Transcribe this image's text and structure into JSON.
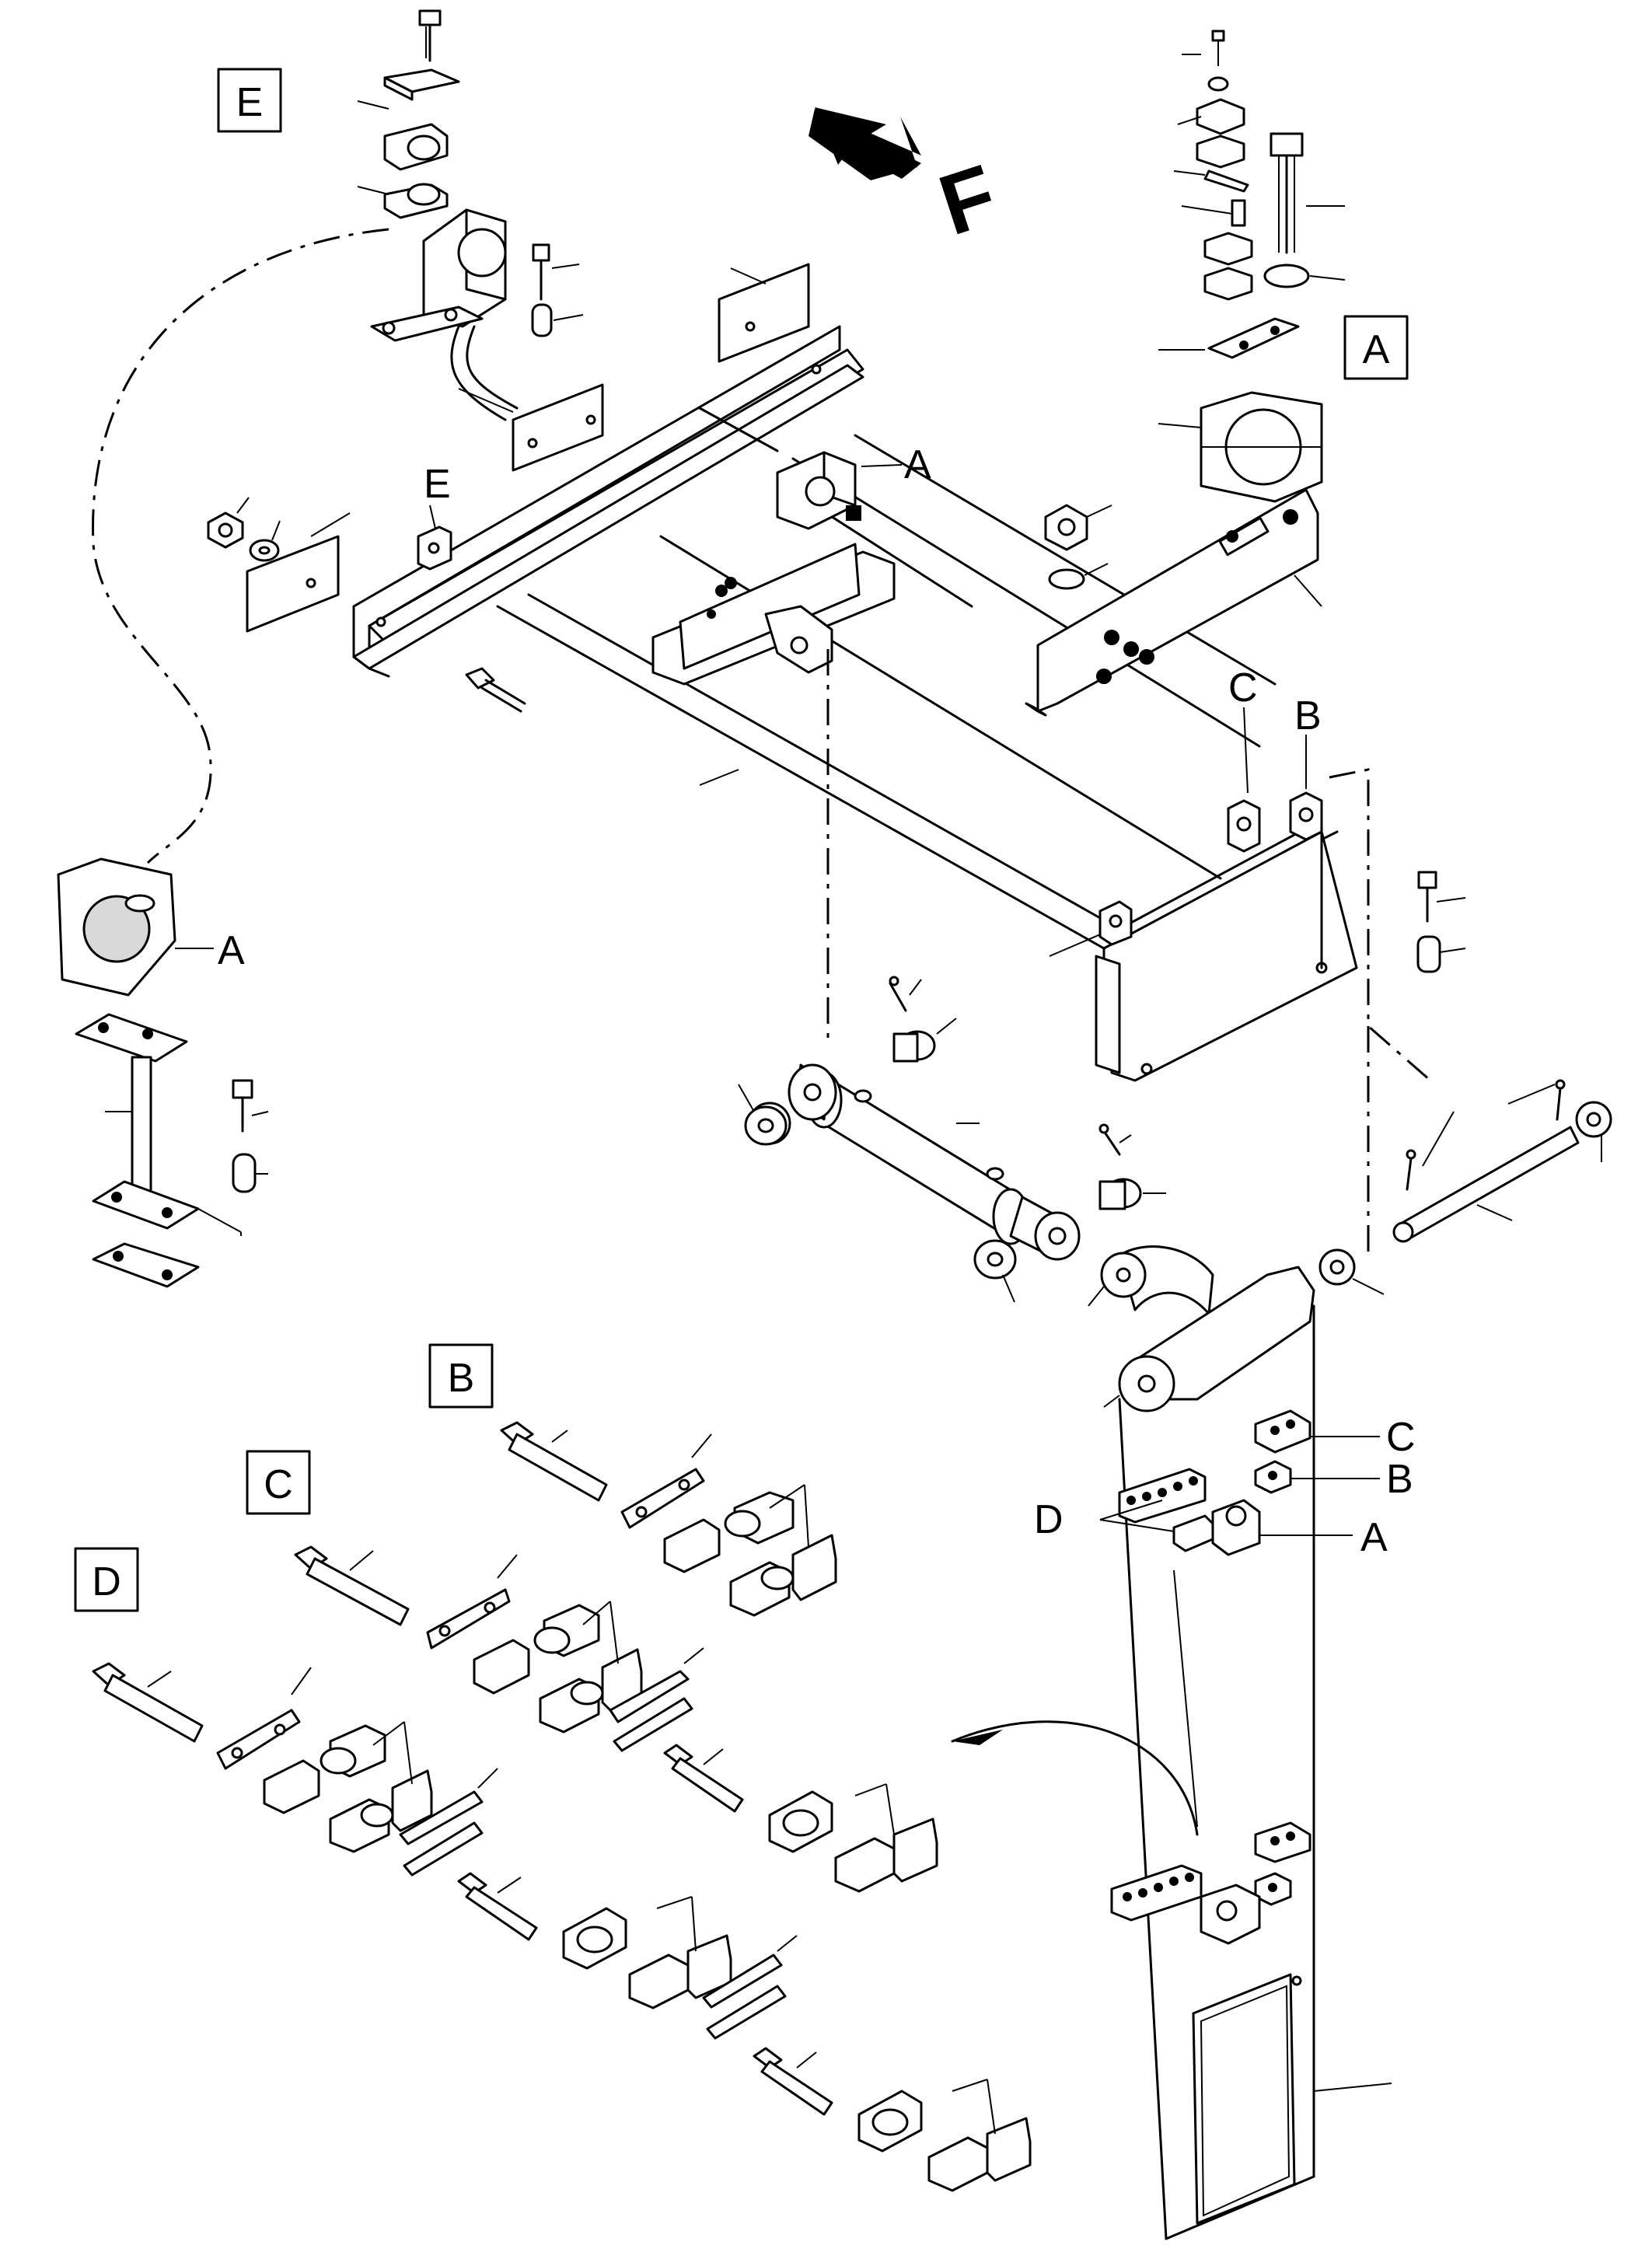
{
  "diagram": {
    "box_labels": [
      "E",
      "A",
      "B",
      "C",
      "D"
    ],
    "direction_label": "F",
    "callouts": {
      "a": "A",
      "b": "B",
      "c": "C",
      "d": "D",
      "e": "E"
    }
  }
}
